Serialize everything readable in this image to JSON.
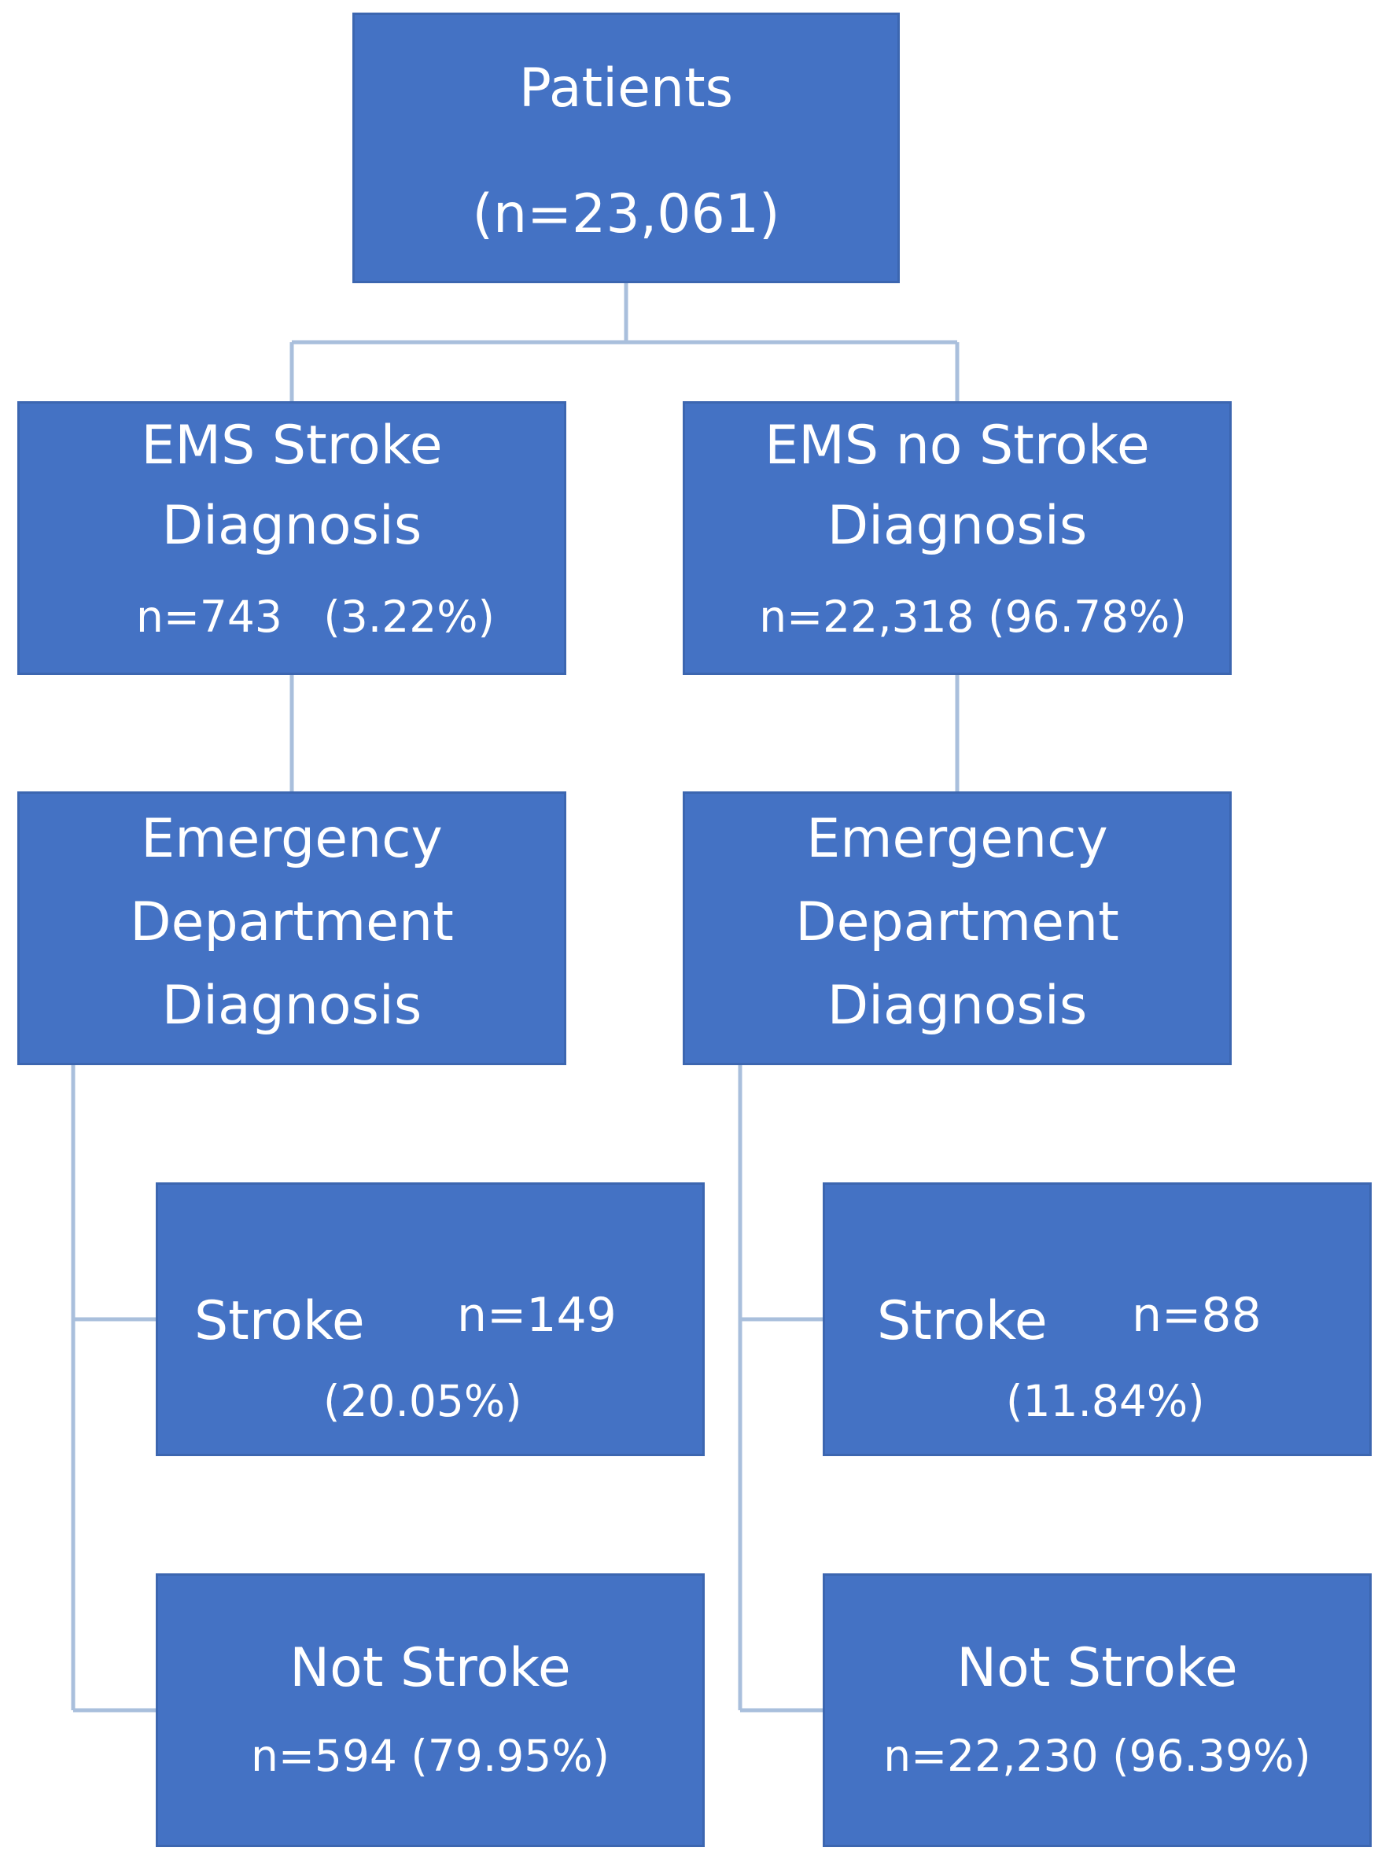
{
  "root": {
    "title": "Patients",
    "count": "(n=23,061)"
  },
  "ems_stroke": {
    "line1": "EMS Stroke",
    "line2": "Diagnosis",
    "count": "n=743   (3.22%)"
  },
  "ems_no_stroke": {
    "line1": "EMS no Stroke",
    "line2": "Diagnosis",
    "count": "n=22,318 (96.78%)"
  },
  "ed_left": {
    "line1": "Emergency",
    "line2": "Department",
    "line3": "Diagnosis"
  },
  "ed_right": {
    "line1": "Emergency",
    "line2": "Department",
    "line3": "Diagnosis"
  },
  "stroke_left": {
    "label": "Stroke",
    "count": "n=149",
    "percent": "(20.05%)"
  },
  "stroke_right": {
    "label": "Stroke",
    "count": "n=88",
    "percent": "(11.84%)"
  },
  "not_stroke_left": {
    "label": "Not Stroke",
    "count": "n=594 (79.95%)"
  },
  "not_stroke_right": {
    "label": "Not Stroke",
    "count": "n=22,230 (96.39%)"
  },
  "colors": {
    "box_fill": "#4472c4",
    "box_border": "#3c66b0",
    "connector": "#a9bfdc",
    "text": "#ffffff"
  }
}
